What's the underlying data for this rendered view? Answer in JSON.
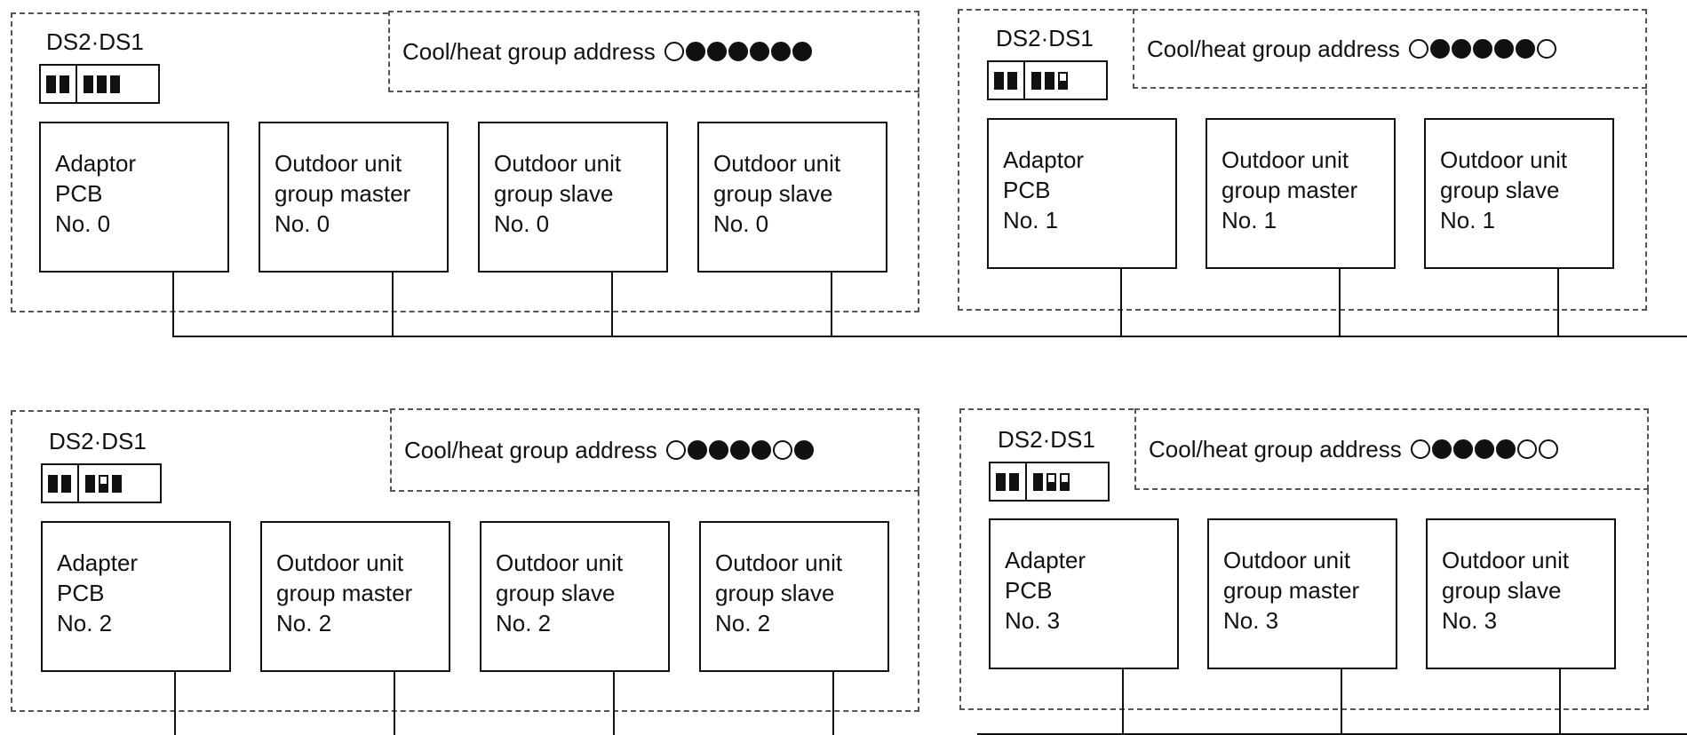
{
  "groups": [
    {
      "dip_label": "DS2·DS1",
      "address_label": "Cool/heat group address",
      "address_bits": [
        0,
        1,
        1,
        1,
        1,
        1,
        1
      ],
      "switches_ds2": [
        "on",
        "on"
      ],
      "switches_ds1": [
        "on",
        "on",
        "on"
      ],
      "units": [
        {
          "l1": "Adaptor",
          "l2": "PCB",
          "l3": "No. 0"
        },
        {
          "l1": "Outdoor unit",
          "l2": "group master",
          "l3": "No. 0"
        },
        {
          "l1": "Outdoor unit",
          "l2": "group slave",
          "l3": "No. 0"
        },
        {
          "l1": "Outdoor unit",
          "l2": "group slave",
          "l3": "No. 0"
        }
      ]
    },
    {
      "dip_label": "DS2·DS1",
      "address_label": "Cool/heat group address",
      "address_bits": [
        0,
        1,
        1,
        1,
        1,
        1,
        0
      ],
      "switches_ds2": [
        "on",
        "on"
      ],
      "switches_ds1": [
        "on",
        "on",
        "half"
      ],
      "units": [
        {
          "l1": "Adaptor",
          "l2": "PCB",
          "l3": "No. 1"
        },
        {
          "l1": "Outdoor unit",
          "l2": "group master",
          "l3": "No. 1"
        },
        {
          "l1": "Outdoor unit",
          "l2": "group slave",
          "l3": "No. 1"
        }
      ]
    },
    {
      "dip_label": "DS2·DS1",
      "address_label": "Cool/heat group address",
      "address_bits": [
        0,
        1,
        1,
        1,
        1,
        0,
        1
      ],
      "switches_ds2": [
        "on",
        "on"
      ],
      "switches_ds1": [
        "on",
        "half",
        "on"
      ],
      "units": [
        {
          "l1": "Adapter",
          "l2": "PCB",
          "l3": "No. 2"
        },
        {
          "l1": "Outdoor unit",
          "l2": "group master",
          "l3": "No. 2"
        },
        {
          "l1": "Outdoor unit",
          "l2": "group slave",
          "l3": "No. 2"
        },
        {
          "l1": "Outdoor unit",
          "l2": "group slave",
          "l3": "No. 2"
        }
      ]
    },
    {
      "dip_label": "DS2·DS1",
      "address_label": "Cool/heat group address",
      "address_bits": [
        0,
        1,
        1,
        1,
        1,
        0,
        0
      ],
      "switches_ds2": [
        "on",
        "on"
      ],
      "switches_ds1": [
        "on",
        "half",
        "half"
      ],
      "units": [
        {
          "l1": "Adapter",
          "l2": "PCB",
          "l3": "No. 3"
        },
        {
          "l1": "Outdoor unit",
          "l2": "group master",
          "l3": "No. 3"
        },
        {
          "l1": "Outdoor unit",
          "l2": "group slave",
          "l3": "No. 3"
        }
      ]
    }
  ]
}
